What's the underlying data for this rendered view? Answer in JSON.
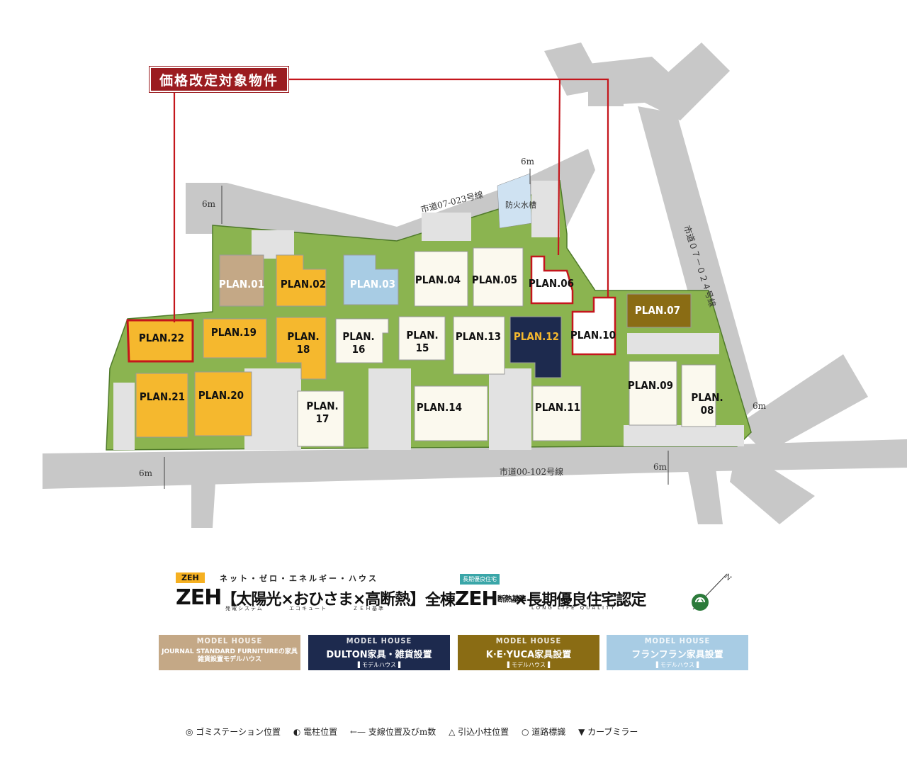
{
  "price_notice": "価格改定対象物件",
  "roads": {
    "north": "市道07-023号線",
    "east": "市道０７－０２４号線",
    "south": "市道00-102号線",
    "width_label": "6m",
    "water_tank": "防火水槽"
  },
  "lots": [
    {
      "id": "PLAN.01",
      "kind": "jsf"
    },
    {
      "id": "PLAN.02",
      "kind": "orange"
    },
    {
      "id": "PLAN.03",
      "kind": "franc"
    },
    {
      "id": "PLAN.04",
      "kind": "plain"
    },
    {
      "id": "PLAN.05",
      "kind": "plain"
    },
    {
      "id": "PLAN.06",
      "kind": "price"
    },
    {
      "id": "PLAN.07",
      "kind": "keyuca"
    },
    {
      "id": "PLAN.08",
      "kind": "plain"
    },
    {
      "id": "PLAN.09",
      "kind": "plain"
    },
    {
      "id": "PLAN.10",
      "kind": "price"
    },
    {
      "id": "PLAN.11",
      "kind": "plain"
    },
    {
      "id": "PLAN.12",
      "kind": "dulton"
    },
    {
      "id": "PLAN.13",
      "kind": "plain"
    },
    {
      "id": "PLAN.14",
      "kind": "plain"
    },
    {
      "id": "PLAN.15",
      "kind": "plain"
    },
    {
      "id": "PLAN.16",
      "kind": "plain"
    },
    {
      "id": "PLAN.17",
      "kind": "plain"
    },
    {
      "id": "PLAN.18",
      "kind": "orange"
    },
    {
      "id": "PLAN.19",
      "kind": "orange"
    },
    {
      "id": "PLAN.20",
      "kind": "orange"
    },
    {
      "id": "PLAN.21",
      "kind": "orange"
    },
    {
      "id": "PLAN.22",
      "kind": "price-orange"
    }
  ],
  "colors": {
    "orange": "#f5b82e",
    "jsf": "#c4a886",
    "franc": "#a8cce4",
    "keyuca": "#8a6c14",
    "dulton": "#1d2a4e",
    "price": "#c4161c",
    "plain": "#fbf9ee",
    "grass": "#7fa84a",
    "road": "#c8c8c8"
  },
  "zeh": {
    "tag": "ZEH",
    "kana": "ネット・ゼロ・エネルギー・ハウス",
    "main_prefix": "ZEH",
    "item1": "太陽光",
    "item1_sub": "発電システム",
    "item2": "おひさま",
    "item2_sub": "エコキュート",
    "item3": "高断熱",
    "item3_sub": "ＺＥＨ基準"
  },
  "all_zeh": {
    "badge": "長期優良住宅",
    "prefix": "全棟",
    "zeh": "ZEH",
    "small": "断熱基準",
    "main": "長期優良住宅認定",
    "sub": "LONG LIFE QUALITY"
  },
  "model_houses": [
    {
      "head": "MODEL HOUSE",
      "line1": "JOURNAL STANDARD FURNITUREの家具雑貨設置モデルハウス",
      "line2": "",
      "color": "#c4a886"
    },
    {
      "head": "MODEL HOUSE",
      "line1": "DULTON家具・雑貨設置",
      "line2": "▌モデルハウス▐",
      "color": "#1d2a4e"
    },
    {
      "head": "MODEL HOUSE",
      "line1": "K·E·YUCA家具設置",
      "line2": "▌モデルハウス▐",
      "color": "#8a6c14"
    },
    {
      "head": "MODEL HOUSE",
      "line1": "フランフラン家具設置",
      "line2": "▌モデルハウス▐",
      "color": "#a8cce4"
    }
  ],
  "legend": [
    "◎ ゴミステーション位置",
    "◐ 電柱位置",
    "←— 支線位置及びm数",
    "△ 引込小柱位置",
    "○ 道路標識",
    "▼ カーブミラー"
  ],
  "compass_label": "N"
}
